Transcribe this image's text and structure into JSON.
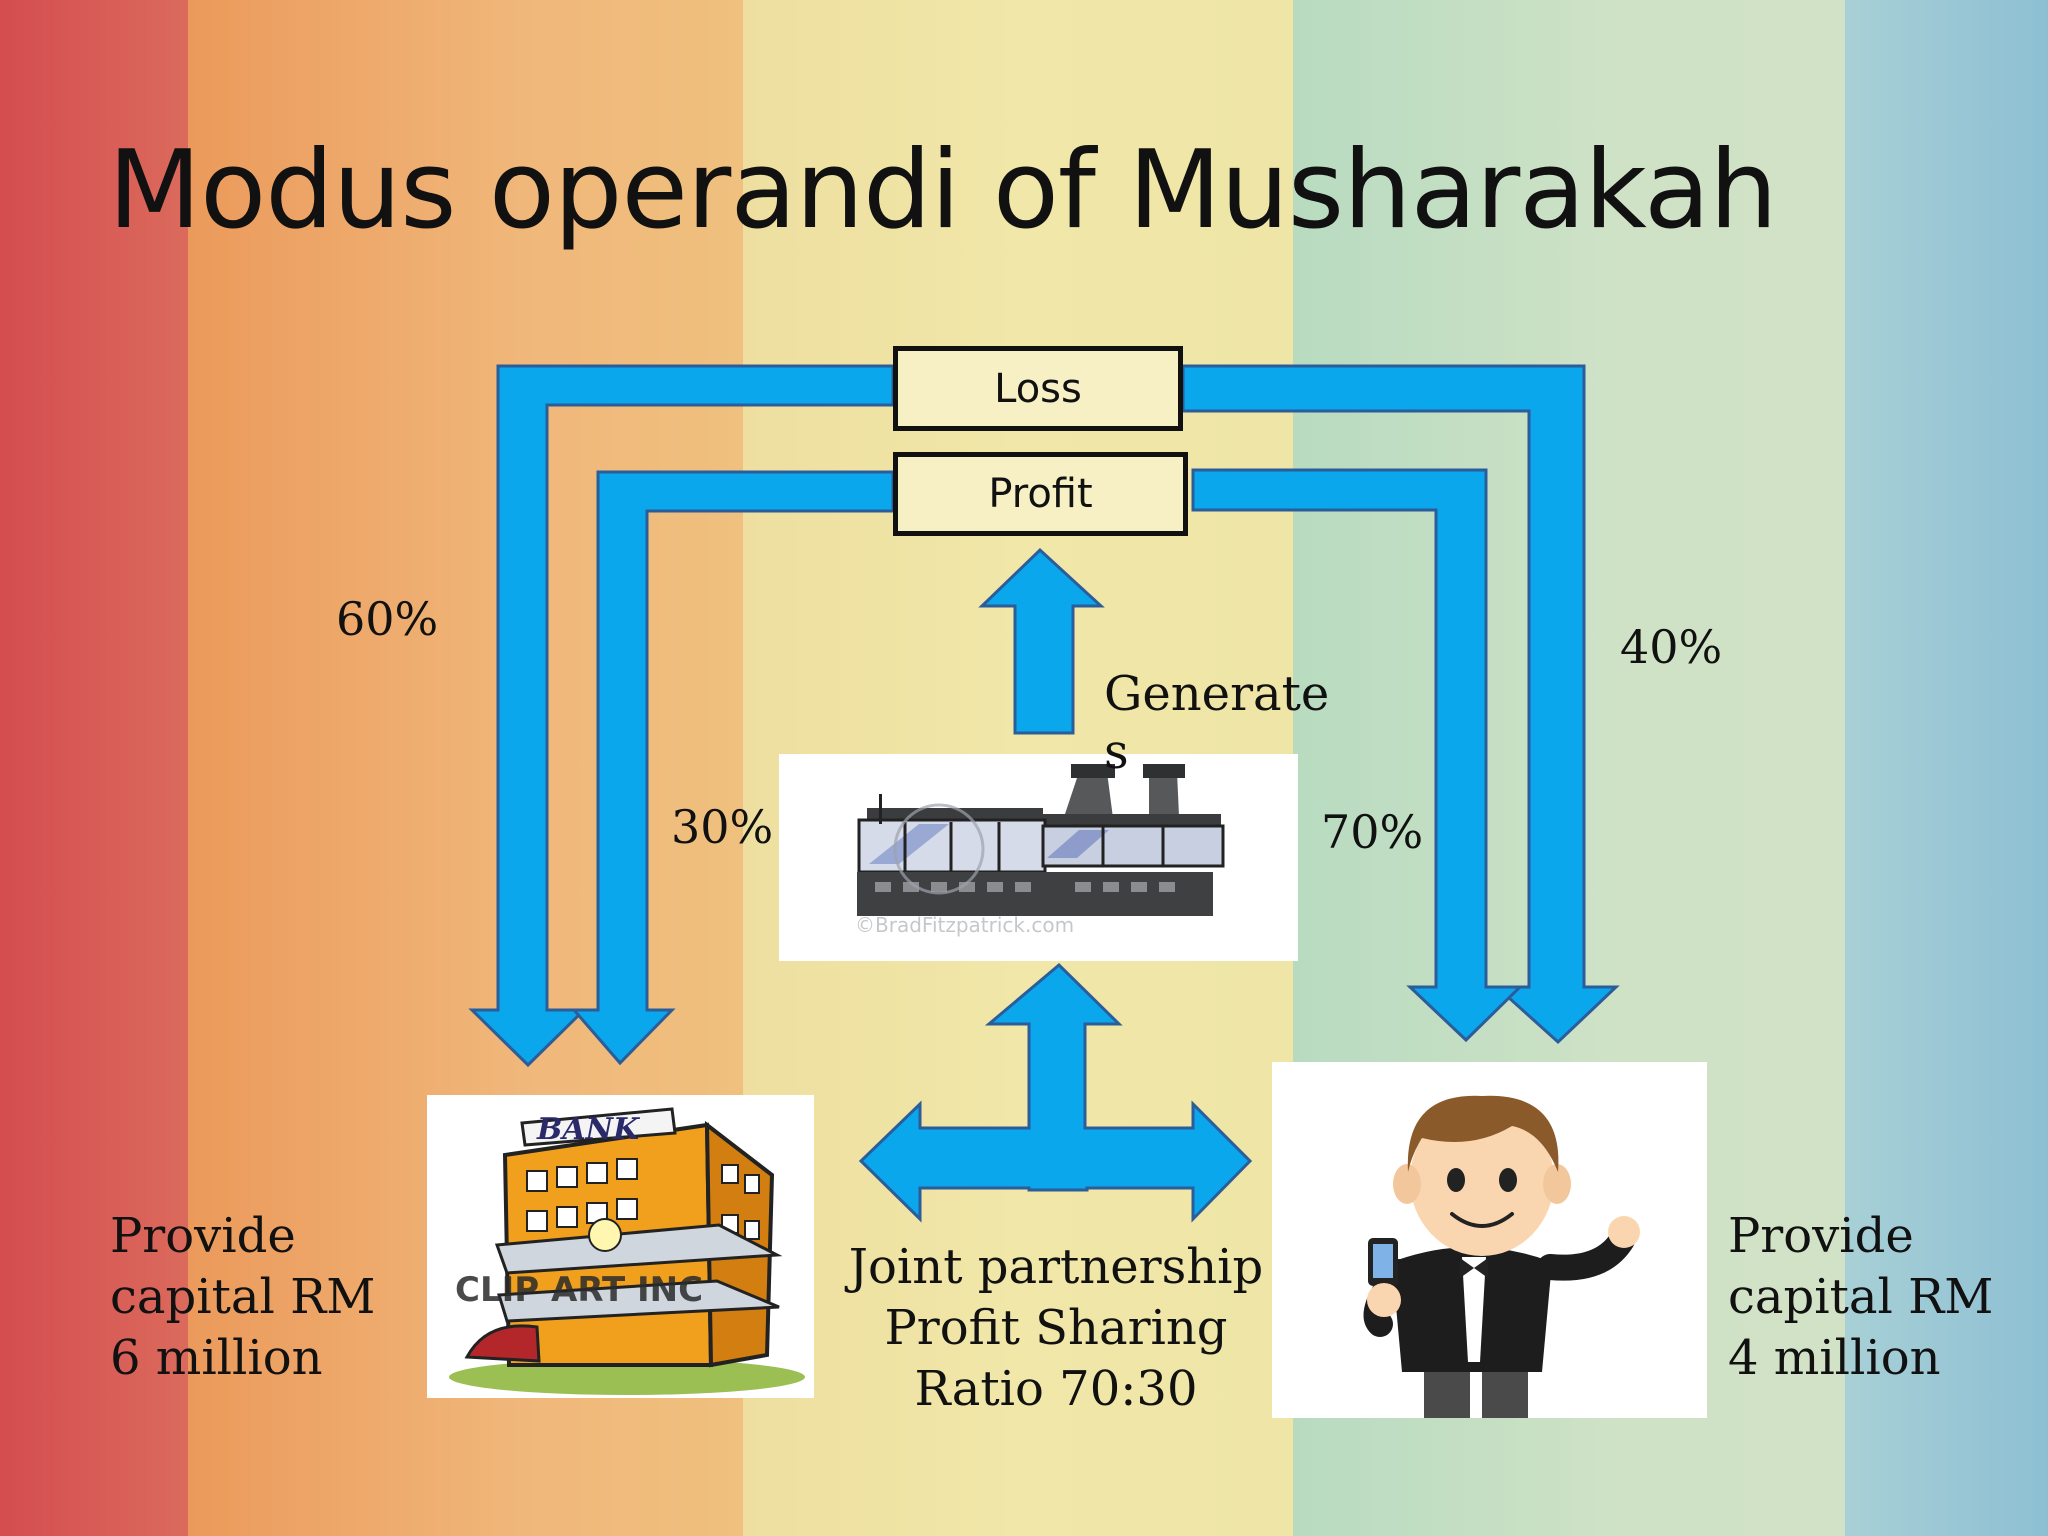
{
  "title": "Modus operandi of Musharakah",
  "boxes": {
    "loss": "Loss",
    "profit": "Profit"
  },
  "generates": "Generate\ns",
  "percentages": {
    "bank_loss": "60%",
    "bank_profit": "30%",
    "client_profit": "70%",
    "client_loss": "40%"
  },
  "bank_capital": "Provide\ncapital RM\n6 million",
  "client_capital": "Provide\ncapital RM\n4 million",
  "joint": "Joint partnership\nProfit Sharing\nRatio 70:30",
  "bank_image": {
    "sign": "BANK",
    "watermark": "CLIP ART INC"
  },
  "factory_image": {
    "watermark": "©BradFitzpatrick.com"
  },
  "colors": {
    "arrow": "#0aa7ec",
    "arrow_outline": "#2b5d9a",
    "stripes": [
      "#d9595a",
      "#ec9c5a",
      "#eed99a",
      "#ece6a6",
      "#bcdcc0",
      "#cde0c8",
      "#97c5d6"
    ]
  }
}
